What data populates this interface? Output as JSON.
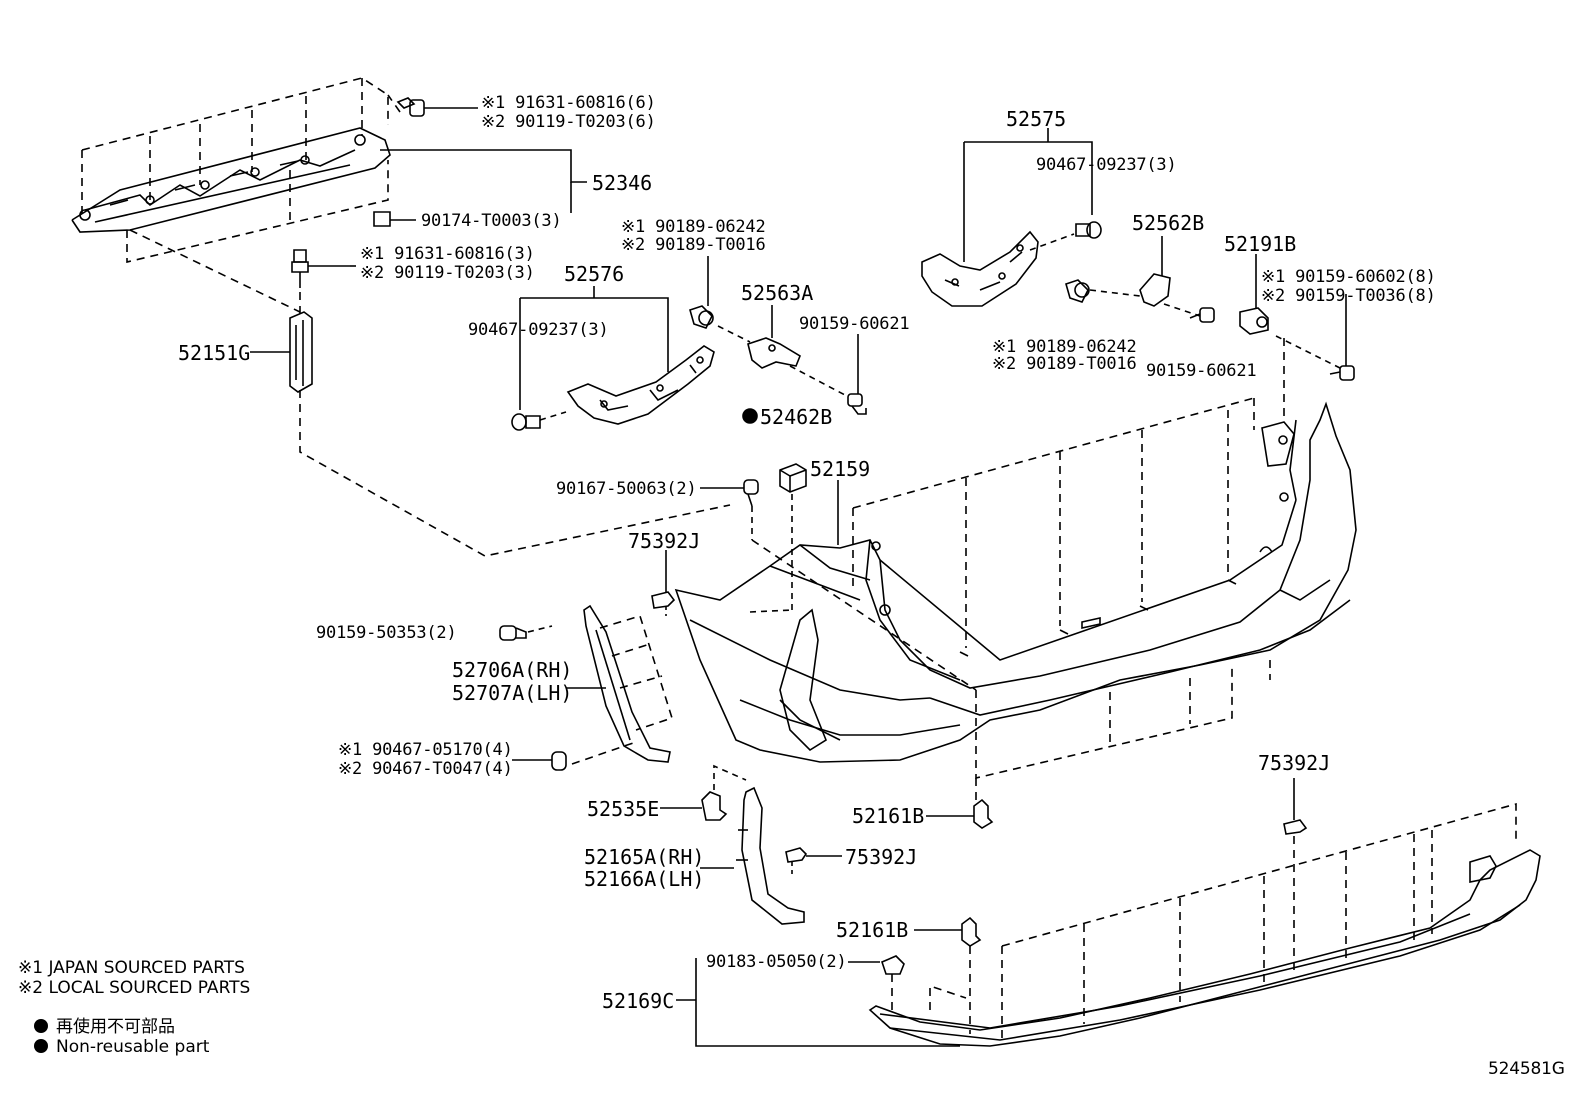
{
  "callouts": {
    "c1a": "※1  91631-60816(6)",
    "c1b": "※2  90119-T0203(6)",
    "c2": "52346",
    "c3": "90174-T0003(3)",
    "c4a": "※1  91631-60816(3)",
    "c4b": "※2  90119-T0203(3)",
    "c5": "52151G",
    "c6": "52576",
    "c7": "90467-09237(3)",
    "c8a": "※1 90189-06242",
    "c8b": "※2 90189-T0016",
    "c9": "52563A",
    "c10": "90159-60621",
    "c11": "52462B",
    "c12": "52159",
    "c13": "90167-50063(2)",
    "c14": "75392J",
    "c15": "90159-50353(2)",
    "c16a": "52706A(RH)",
    "c16b": "52707A(LH)",
    "c17a": "※1 90467-05170(4)",
    "c17b": "※2 90467-T0047(4)",
    "c18": "52535E",
    "c19a": "52165A(RH)",
    "c19b": "52166A(LH)",
    "c20": "75392J",
    "c21": "52161B",
    "c22": "52161B",
    "c23": "90183-05050(2)",
    "c24": "52169C",
    "c25": "52575",
    "c26": "90467-09237(3)",
    "c27": "52562B",
    "c28": "52191B",
    "c29a": "※1 90159-60602(8)",
    "c29b": "※2 90159-T0036(8)",
    "c30a": "※1 90189-06242",
    "c30b": "※2 90189-T0016",
    "c31": "90159-60621",
    "c32": "75392J"
  },
  "legend": {
    "note1": "※1  JAPAN SOURCED PARTS",
    "note2": "※2  LOCAL SOURCED PARTS",
    "jp": "再使用不可部品",
    "en": "Non-reusable part"
  },
  "figure_id": "524581G"
}
